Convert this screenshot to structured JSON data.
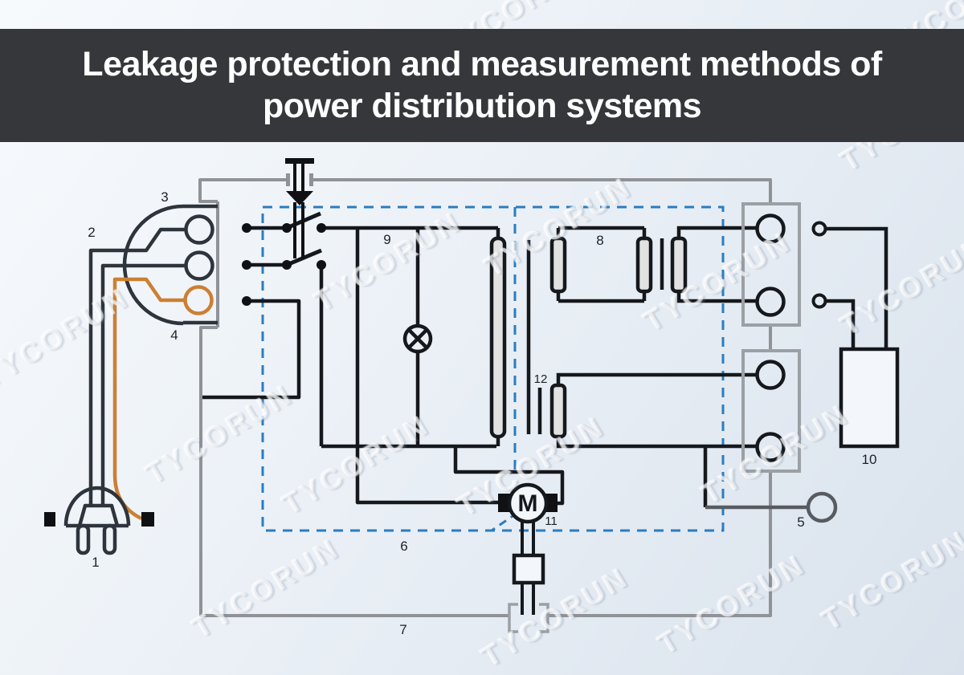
{
  "title": {
    "line1": "Leakage protection and measurement methods of",
    "line2": "power distribution systems"
  },
  "watermark": {
    "text": "TYCORUN"
  },
  "diagram": {
    "labels": {
      "n1": "1",
      "n2": "2",
      "n3": "3",
      "n4": "4",
      "n5": "5",
      "n6": "6",
      "n7": "7",
      "n8": "8",
      "n9": "9",
      "n10": "10",
      "n11": "11",
      "n12": "12"
    },
    "motor_letter": "M"
  },
  "colors": {
    "banner_bg": "#35373b",
    "title_text": "#ffffff",
    "wire_black": "#15181c",
    "wire_dark": "#2e343c",
    "wire_gray": "#8f9296",
    "wire_orange": "#cc7f33",
    "probe_gray": "#585c60",
    "dashed_blue": "#2a7dc0",
    "winding_fill": "#e2e2e2",
    "component_fill": "#f3f7fb",
    "background_top": "#f7fafd",
    "background_bottom": "#d9e2ec"
  }
}
